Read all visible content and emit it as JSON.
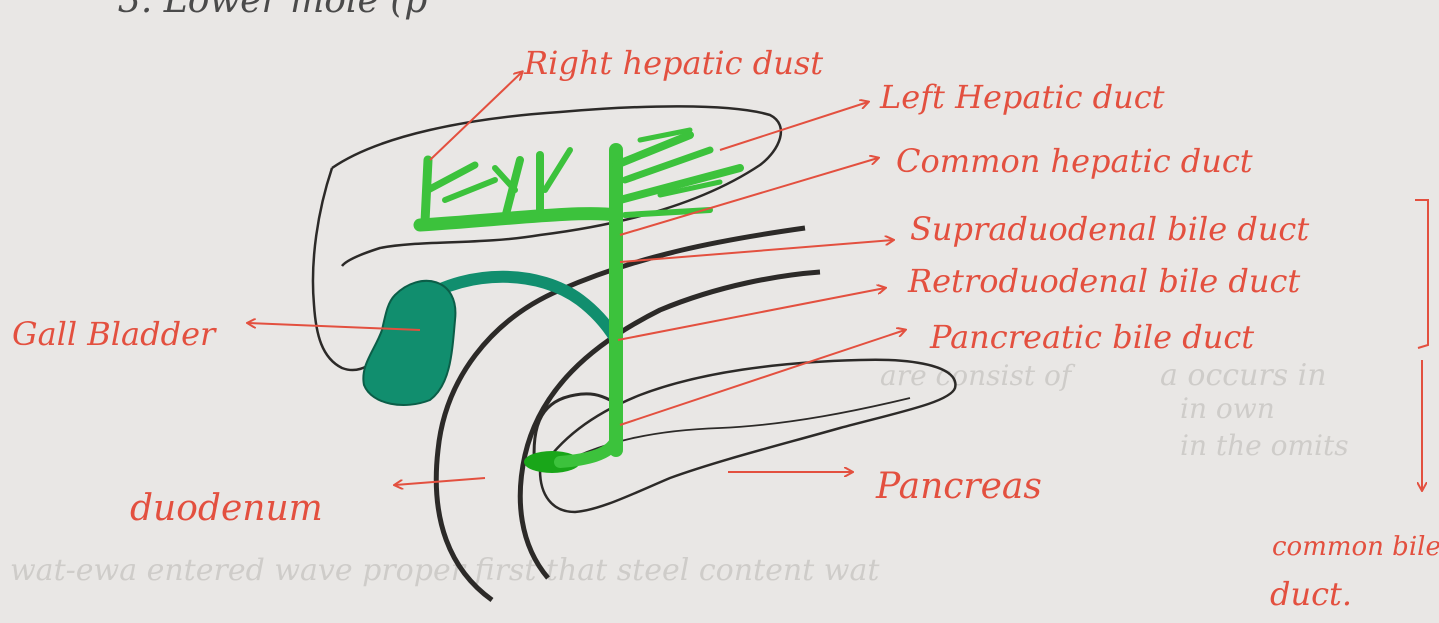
{
  "heading_fragment": "3. Lower mole (p",
  "labels": {
    "right_hepatic": "Right hepatic dust",
    "left_hepatic": "Left Hepatic duct",
    "common_hepatic": "Common hepatic duct",
    "supraduodenal": "Supraduodenal bile duct",
    "retroduodenal": "Retroduodenal bile duct",
    "pancreatic": "Pancreatic bile duct",
    "gallbladder": "Gall Bladder",
    "duodenum": "duodenum",
    "pancreas": "Pancreas",
    "common_bile": "common bile",
    "common_bile_2": "duct."
  },
  "colors": {
    "ink_red": "#e3503f",
    "duct_green": "#3cc23c",
    "gallbladder_teal": "#118e6e",
    "outline_black": "#2c2a28",
    "paper": "#e9e7e5"
  }
}
